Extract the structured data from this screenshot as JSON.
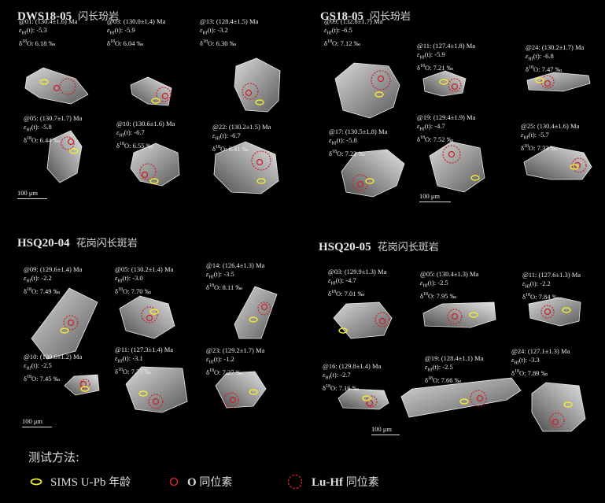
{
  "panels": [
    {
      "sample": "DWS18-05",
      "rock": "闪长玢岩",
      "grains": [
        {
          "spot": "@01: (130.4±1.6) Ma",
          "eps": "-5.3",
          "d18o": "6.18 ‰"
        },
        {
          "spot": "@03: (130.0±1.4) Ma",
          "eps": "-5.9",
          "d18o": "6.04 ‰"
        },
        {
          "spot": "@13: (128.4±1.5) Ma",
          "eps": "-3.2",
          "d18o": "6.30 ‰"
        },
        {
          "spot": "@05: (130.7±1.7) Ma",
          "eps": "-5.8",
          "d18o": "6.44 ‰"
        },
        {
          "spot": "@10: (130.6±1.6) Ma",
          "eps": "-6.7",
          "d18o": "6.55 ‰"
        },
        {
          "spot": "@22: (130.2±1.5) Ma",
          "eps": "-6.7",
          "d18o": "6.41 ‰"
        }
      ],
      "scale_bar": "100 μm"
    },
    {
      "sample": "GS18-05",
      "rock": "闪长玢岩",
      "grains": [
        {
          "spot": "@09: (132.8±1.7) Ma",
          "eps": "-6.5",
          "d18o": "7.12 ‰"
        },
        {
          "spot": "@11: (127.4±1.8) Ma",
          "eps": "-5.9",
          "d18o": "7.21 ‰"
        },
        {
          "spot": "@24: (130.2±1.7) Ma",
          "eps": "-6.8",
          "d18o": "7.47 ‰"
        },
        {
          "spot": "@17: (130.5±1.8) Ma",
          "eps": "-5.8",
          "d18o": "7.22 ‰"
        },
        {
          "spot": "@19: (129.4±1.9) Ma",
          "eps": "-4.7",
          "d18o": "7.52 ‰"
        },
        {
          "spot": "@25: (130.4±1.6) Ma",
          "eps": "-5.7",
          "d18o": "7.33 ‰"
        }
      ],
      "scale_bar": "100 μm"
    },
    {
      "sample": "HSQ20-04",
      "rock": "花岗闪长斑岩",
      "grains": [
        {
          "spot": "@09: (129.6±1.4) Ma",
          "eps": "-2.2",
          "d18o": "7.49 ‰"
        },
        {
          "spot": "@05: (130.2±1.4) Ma",
          "eps": "-3.0",
          "d18o": "7.70 ‰"
        },
        {
          "spot": "@14: (126.4±1.3) Ma",
          "eps": "-3.5",
          "d18o": "8.11 ‰"
        },
        {
          "spot": "@10: (130.6±1.2) Ma",
          "eps": "-2.5",
          "d18o": "7.45 ‰"
        },
        {
          "spot": "@11: (127.3±1.4) Ma",
          "eps": "-3.1",
          "d18o": "7.77 ‰"
        },
        {
          "spot": "@23: (129.2±1.7) Ma",
          "eps": "-1.2",
          "d18o": "7.27 ‰"
        }
      ],
      "scale_bar": "100 μm"
    },
    {
      "sample": "HSQ20-05",
      "rock": "花岗闪长斑岩",
      "grains": [
        {
          "spot": "@03: (129.9±1.3) Ma",
          "eps": "-4.7",
          "d18o": "7.01 ‰"
        },
        {
          "spot": "@05: (130.4±1.3) Ma",
          "eps": "-2.5",
          "d18o": "7.95 ‰"
        },
        {
          "spot": "@11: (127.6±1.3) Ma",
          "eps": "-2.2",
          "d18o": "7.84 ‰"
        },
        {
          "spot": "@16: (129.8±1.4) Ma",
          "eps": "-2.7",
          "d18o": "7.16 ‰"
        },
        {
          "spot": "@19: (128.4±1.1) Ma",
          "eps": "-2.5",
          "d18o": "7.66 ‰"
        },
        {
          "spot": "@24: (127.1±1.3) Ma",
          "eps": "-3.3",
          "d18o": "7.89 ‰"
        }
      ],
      "scale_bar": "100 μm"
    }
  ],
  "labels": {
    "eps_symbol": "ε",
    "eps_sub": "Hf",
    "eps_arg": "(t)",
    "d18o_symbol": "δ",
    "d18o_sup": "18",
    "d18o_suffix": "O"
  },
  "method": {
    "title": "测试方法:",
    "legend": [
      {
        "label_latin": "SIMS U-Pb",
        "label_cjk": "年龄",
        "marker": "yellow-ellipse",
        "color": "#f0e834"
      },
      {
        "label_latin": "O",
        "label_cjk": "同位素",
        "marker": "red-circle",
        "color": "#c8242c"
      },
      {
        "label_latin": "Lu-Hf",
        "label_cjk": "同位素",
        "marker": "dashed-red-circle",
        "color": "#c8242c"
      }
    ]
  }
}
